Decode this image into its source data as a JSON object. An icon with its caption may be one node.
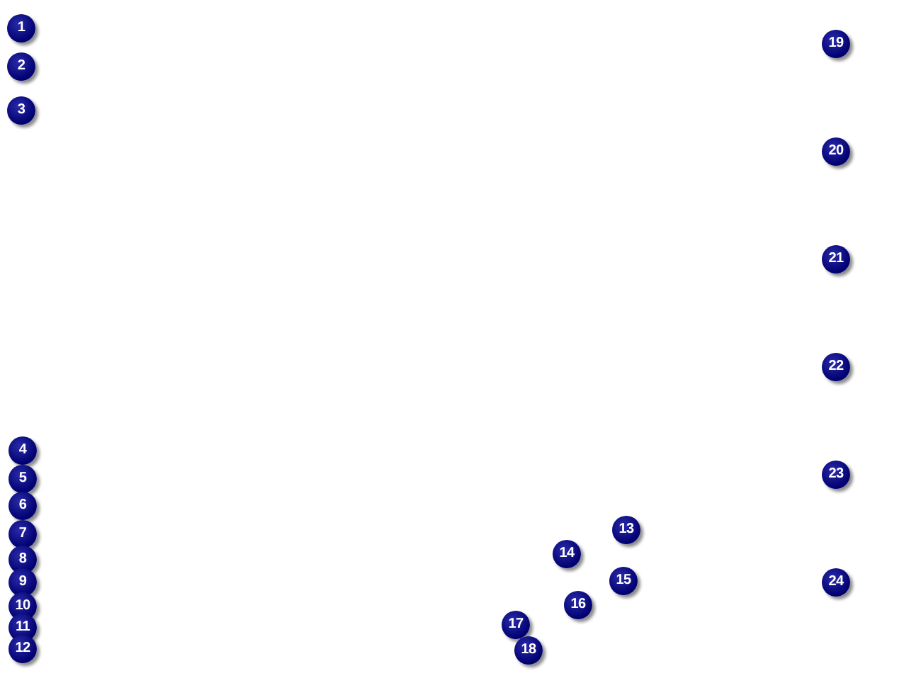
{
  "diagram": {
    "labels": [
      "1",
      "2",
      "3",
      "4",
      "5",
      "6",
      "7",
      "8",
      "9",
      "10",
      "11",
      "12",
      "13",
      "14",
      "15",
      "16",
      "17",
      "18",
      "19",
      "20",
      "21",
      "22",
      "23",
      "24"
    ]
  }
}
